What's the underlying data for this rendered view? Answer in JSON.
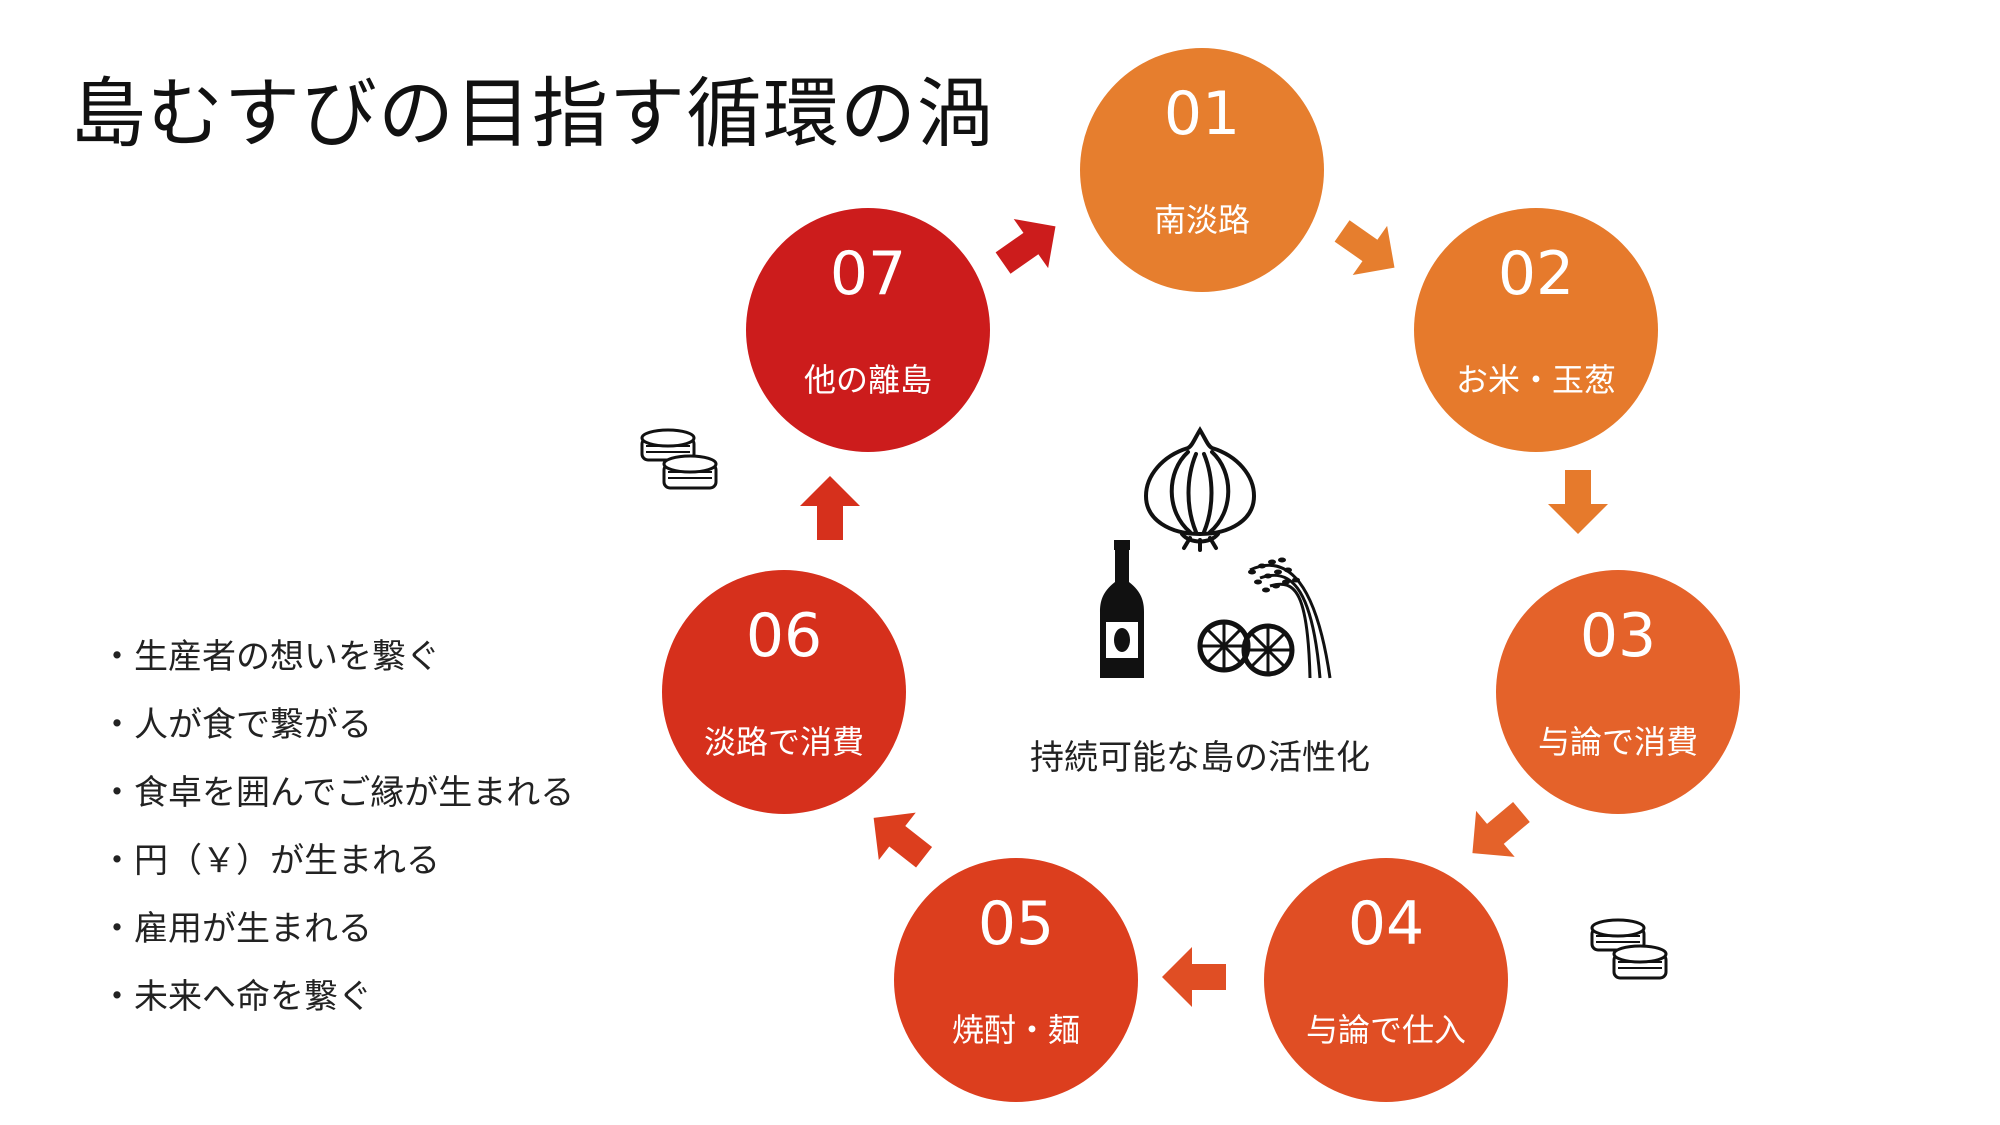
{
  "title": "島むすびの目指す循環の渦",
  "bullets": [
    "生産者の想いを繋ぐ",
    "人が食で繋がる",
    "食卓を囲んでご縁が生まれる",
    "円（￥）が生まれる",
    "雇用が生まれる",
    "未来へ命を繋ぐ"
  ],
  "nodes": [
    {
      "num": "01",
      "label": "南淡路",
      "color": "#E67E2E"
    },
    {
      "num": "02",
      "label": "お米・玉葱",
      "color": "#E67A2C"
    },
    {
      "num": "03",
      "label": "与論で消費",
      "color": "#E4622A"
    },
    {
      "num": "04",
      "label": "与論で仕入",
      "color": "#E04E24"
    },
    {
      "num": "05",
      "label": "焼酎・麺",
      "color": "#DC3E1E"
    },
    {
      "num": "06",
      "label": "淡路で消費",
      "color": "#D6301C"
    },
    {
      "num": "07",
      "label": "他の離島",
      "color": "#CC1C1C"
    }
  ],
  "center": {
    "text": "持続可能な島の活性化",
    "icons": [
      "onion-icon",
      "bottle-icon",
      "rice-plant-icon",
      "citrus-icon"
    ]
  },
  "coin_icons": [
    "coins-icon",
    "coins-icon"
  ]
}
